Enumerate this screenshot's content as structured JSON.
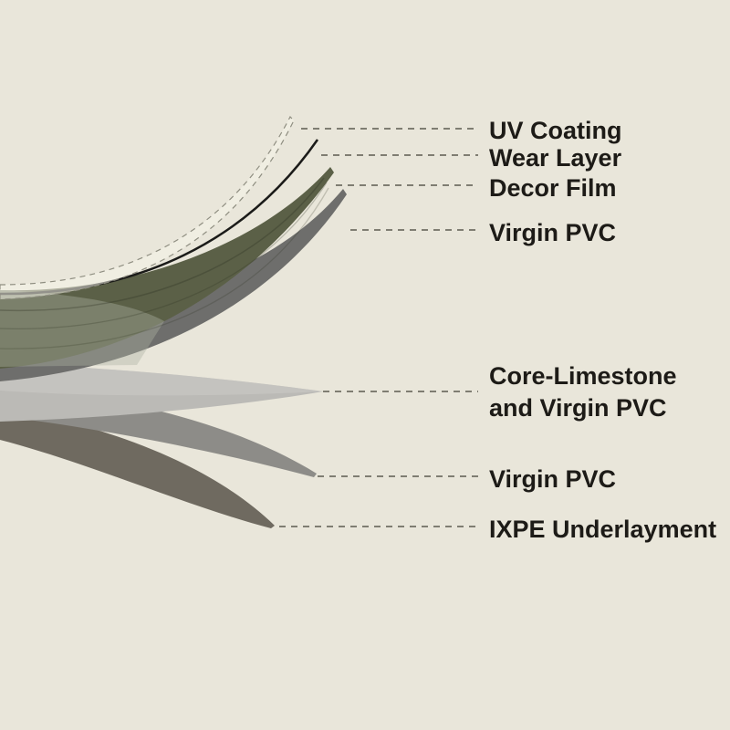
{
  "page": {
    "background": "#e9e6da",
    "text_color": "#1d1b17",
    "leader_line_color": "#5c5a50"
  },
  "layers": [
    {
      "name": "uv-coating",
      "label": "UV Coating",
      "color": "#f6f4ea"
    },
    {
      "name": "wear-layer",
      "label": "Wear Layer",
      "color": "#1b1b19"
    },
    {
      "name": "decor-film",
      "label": "Decor Film",
      "color": "#5b6047"
    },
    {
      "name": "virgin-pvc-top",
      "label": "Virgin PVC",
      "color": "#6e6e6c"
    },
    {
      "name": "core-limestone",
      "label": "Core-Limestone and Virgin PVC",
      "color": "#bbbab6"
    },
    {
      "name": "virgin-pvc-bottom",
      "label": "Virgin PVC",
      "color": "#8d8c88"
    },
    {
      "name": "ixpe-underlayment",
      "label": "IXPE Underlayment",
      "color": "#6f6a60"
    }
  ]
}
